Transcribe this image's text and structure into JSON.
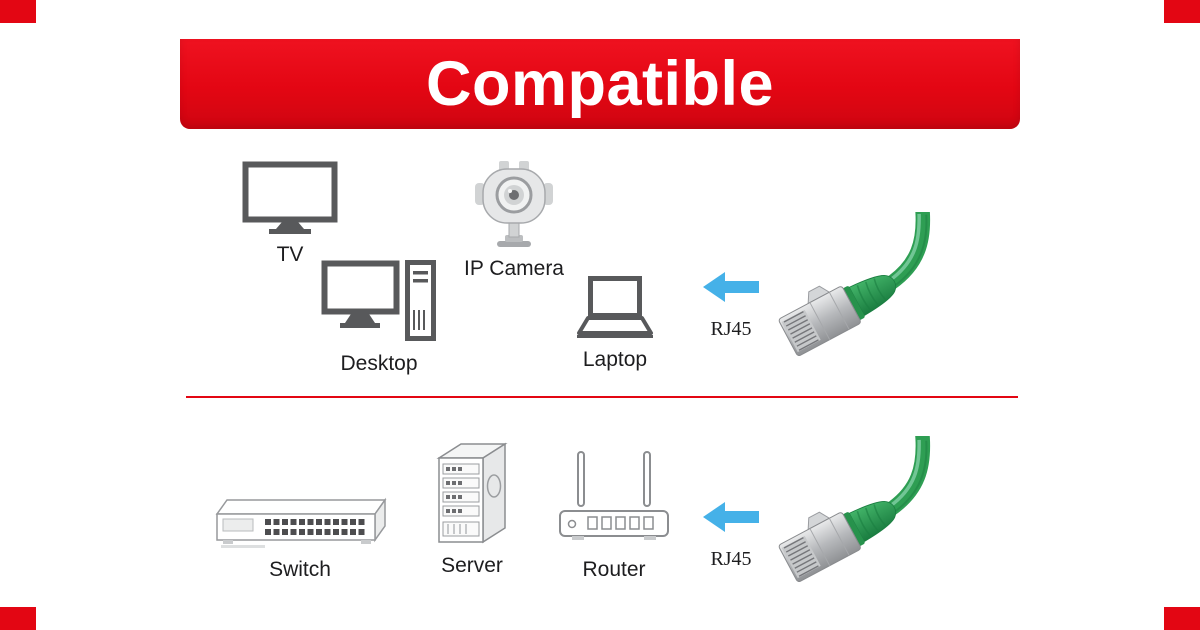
{
  "banner": {
    "title": "Compatible"
  },
  "colors": {
    "red": "#e30613",
    "blue": "#45b1e8",
    "green": "#2e9e53",
    "ink": "#1d1d1f",
    "icon_gray": "#58595b",
    "line_gray": "#97999c",
    "connector_silver": "#b6b8bb"
  },
  "rows": [
    {
      "devices": [
        {
          "icon": "tv-icon",
          "label": "TV"
        },
        {
          "icon": "ip-camera-icon",
          "label": "IP Camera"
        },
        {
          "icon": "desktop-icon",
          "label": "Desktop"
        },
        {
          "icon": "laptop-icon",
          "label": "Laptop"
        }
      ],
      "connector": {
        "icon": "arrow-left-icon",
        "label": "RJ45",
        "cable_icon": "rj45-green-cable-icon"
      }
    },
    {
      "devices": [
        {
          "icon": "switch-icon",
          "label": "Switch"
        },
        {
          "icon": "server-icon",
          "label": "Server"
        },
        {
          "icon": "router-icon",
          "label": "Router"
        }
      ],
      "connector": {
        "icon": "arrow-left-icon",
        "label": "RJ45",
        "cable_icon": "rj45-green-cable-icon"
      }
    }
  ]
}
